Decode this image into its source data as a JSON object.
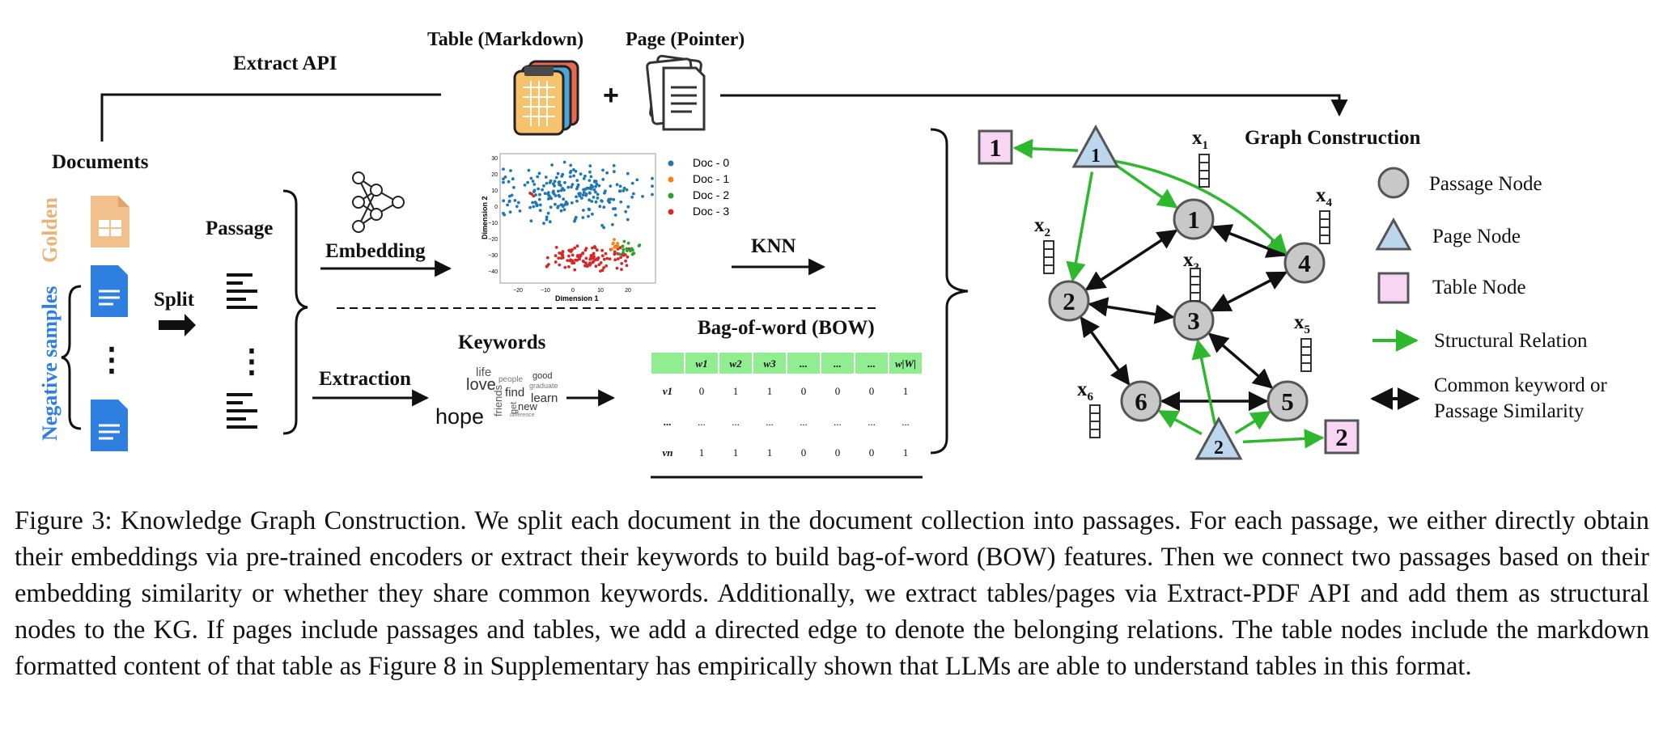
{
  "figure": {
    "top": {
      "extract_api": "Extract API",
      "table_markdown": "Table (Markdown)",
      "page_pointer": "Page (Pointer)",
      "plus": "+"
    },
    "left": {
      "documents": "Documents",
      "golden": "Golden",
      "negative_samples": "Negative samples",
      "split": "Split",
      "passage": "Passage",
      "dots": "⋮"
    },
    "embedding": {
      "label": "Embedding",
      "knn": "KNN",
      "scatter": {
        "xlabel": "Dimension 1",
        "ylabel": "Dimension 2",
        "xticks": [
          "−20",
          "−10",
          "0",
          "10",
          "20"
        ],
        "yticks": [
          "30",
          "20",
          "10",
          "0",
          "−10",
          "−20",
          "−30",
          "−40"
        ],
        "legend": [
          {
            "name": "Doc - 0",
            "color": "#1f77b4"
          },
          {
            "name": "Doc - 1",
            "color": "#ff7f0e"
          },
          {
            "name": "Doc - 2",
            "color": "#2ca02c"
          },
          {
            "name": "Doc - 3",
            "color": "#d62728"
          }
        ]
      }
    },
    "extraction": {
      "label": "Extraction",
      "keywords": "Keywords",
      "wordcloud": [
        "hope",
        "love",
        "life",
        "find",
        "friends",
        "learn",
        "good",
        "people",
        "graduate",
        "new",
        "difference",
        "get"
      ],
      "bow_title": "Bag-of-word (BOW)",
      "bow_header": [
        "",
        "w1",
        "w2",
        "w3",
        "...",
        "...",
        "...",
        "w|W|"
      ],
      "bow_rows": [
        [
          "v1",
          "0",
          "1",
          "1",
          "0",
          "0",
          "0",
          "1"
        ],
        [
          "...",
          "...",
          "...",
          "...",
          "...",
          "...",
          "...",
          "..."
        ],
        [
          "vn",
          "1",
          "1",
          "1",
          "0",
          "0",
          "0",
          "1"
        ]
      ],
      "header_color": "#90ee90"
    },
    "graph": {
      "title": "Graph Construction",
      "passage_nodes": [
        "1",
        "2",
        "3",
        "4",
        "5",
        "6"
      ],
      "page_nodes": [
        "1",
        "2"
      ],
      "table_nodes": [
        "1",
        "2"
      ],
      "features": [
        "x1",
        "x2",
        "x3",
        "x4",
        "x5",
        "x6"
      ],
      "colors": {
        "passage": "#c8c8c8",
        "page": "#bcd6ee",
        "table": "#f8d5f2",
        "structural": "#2db82d",
        "common": "#111111"
      }
    },
    "legend": {
      "passage_node": "Passage Node",
      "page_node": "Page Node",
      "table_node": "Table Node",
      "structural_relation": "Structural Relation",
      "common_line1": "Common keyword or",
      "common_line2": "Passage Similarity"
    }
  },
  "caption": "Figure 3: Knowledge Graph Construction. We split each document in the document collection into passages. For each passage, we either directly obtain their embeddings via pre-trained encoders or extract their keywords to build bag-of-word (BOW) features. Then we connect two passages based on their embedding similarity or whether they share common keywords. Additionally, we extract tables/pages via Extract-PDF API and add them as structural nodes to the KG. If pages include passages and tables, we add a directed edge to denote the belonging relations. The table nodes include the markdown formatted content of that table as Figure 8 in Supplementary has empirically shown that LLMs are able to understand tables in this format."
}
